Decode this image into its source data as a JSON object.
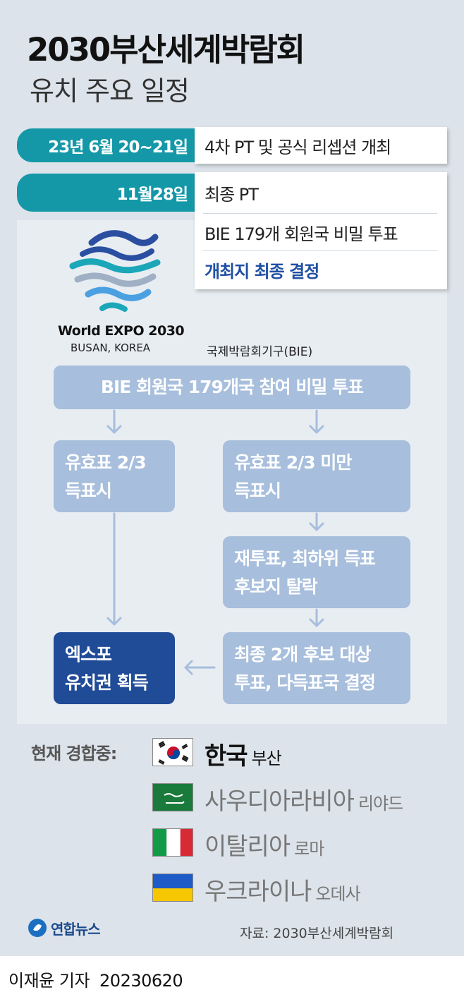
{
  "header": {
    "title": "2030부산세계박람회",
    "subtitle": "유치 주요 일정"
  },
  "schedule": [
    {
      "date": "23년 6월 20~21일",
      "events": [
        "4차 PT 및 공식 리셉션 개최"
      ]
    },
    {
      "date": "11월28일",
      "events": [
        "최종 PT",
        "BIE 179개 회원국 비밀 투표",
        "개최지 최종 결정"
      ]
    }
  ],
  "logo": {
    "name": "World EXPO 2030",
    "location": "BUSAN, KOREA",
    "colors": [
      "#2b4fa0",
      "#1ba7b8",
      "#9fb0c4",
      "#4aa0e0"
    ]
  },
  "flow": {
    "org_label": "국제박람회기구(BIE)",
    "vote": "BIE 회원국 179개국 참여 비밀 투표",
    "left_branch": [
      "유효표 2/3",
      "득표시"
    ],
    "right_branch": [
      "유효표 2/3 미만",
      "득표시"
    ],
    "revote": [
      "재투표, 최하위 득표",
      "후보지 탈락"
    ],
    "final_vote": [
      "최종 2개 후보 대상",
      "투표, 다득표국 결정"
    ],
    "result": [
      "엑스포",
      "유치권 획득"
    ],
    "colors": {
      "box": "#a7bedc",
      "result": "#1f4b97",
      "arrow": "#a7bedc"
    }
  },
  "contenders": {
    "label": "현재 경합중:",
    "countries": [
      {
        "name": "한국",
        "city": "부산",
        "flag": "korea-flag-icon"
      },
      {
        "name": "사우디아라비아",
        "city": "리야드",
        "flag": "saudi-flag-icon"
      },
      {
        "name": "이탈리아",
        "city": "로마",
        "flag": "italy-flag-icon"
      },
      {
        "name": "우크라이나",
        "city": "오데사",
        "flag": "ukraine-flag-icon"
      }
    ]
  },
  "footer": {
    "agency": "연합뉴스",
    "source": "자료: 2030부산세계박람회",
    "reporter": "이재윤 기자",
    "date": "20230620"
  },
  "accent_color": "#1498a8"
}
